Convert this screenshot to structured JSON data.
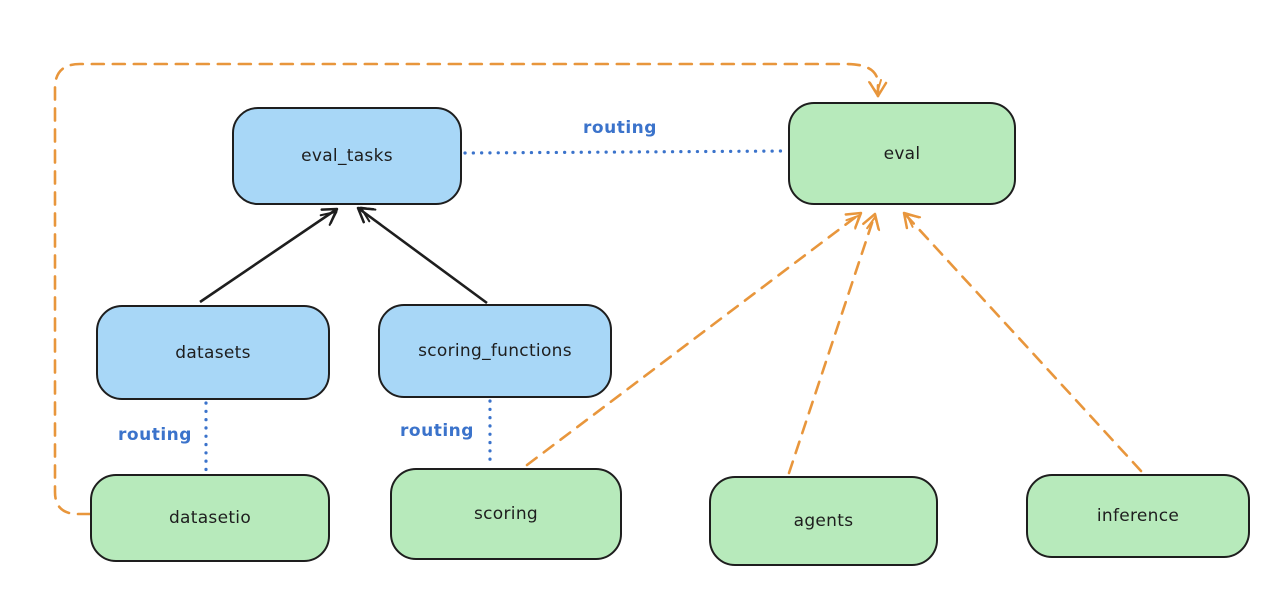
{
  "diagram": {
    "nodes": {
      "eval_tasks": {
        "label": "eval_tasks",
        "kind": "api-blue"
      },
      "eval": {
        "label": "eval",
        "kind": "provider-green"
      },
      "datasets": {
        "label": "datasets",
        "kind": "api-blue"
      },
      "scoring_functions": {
        "label": "scoring_functions",
        "kind": "api-blue"
      },
      "datasetio": {
        "label": "datasetio",
        "kind": "provider-green"
      },
      "scoring": {
        "label": "scoring",
        "kind": "provider-green"
      },
      "agents": {
        "label": "agents",
        "kind": "provider-green"
      },
      "inference": {
        "label": "inference",
        "kind": "provider-green"
      }
    },
    "edges": [
      {
        "from": "datasets",
        "to": "eval_tasks",
        "style": "solid-arrow",
        "color": "#1e1e1e"
      },
      {
        "from": "scoring_functions",
        "to": "eval_tasks",
        "style": "solid-arrow",
        "color": "#1e1e1e"
      },
      {
        "from": "eval_tasks",
        "to": "eval",
        "style": "dotted",
        "label": "routing",
        "color": "#3b73cb"
      },
      {
        "from": "datasets",
        "to": "datasetio",
        "style": "dotted",
        "label": "routing",
        "color": "#3b73cb"
      },
      {
        "from": "scoring_functions",
        "to": "scoring",
        "style": "dotted",
        "label": "routing",
        "color": "#3b73cb"
      },
      {
        "from": "datasetio",
        "to": "eval",
        "style": "dashed-arrow",
        "color": "#e8963c"
      },
      {
        "from": "scoring",
        "to": "eval",
        "style": "dashed-arrow",
        "color": "#e8963c"
      },
      {
        "from": "agents",
        "to": "eval",
        "style": "dashed-arrow",
        "color": "#e8963c"
      },
      {
        "from": "inference",
        "to": "eval",
        "style": "dashed-arrow",
        "color": "#e8963c"
      }
    ],
    "colors": {
      "api_fill": "#a8d7f7",
      "provider_fill": "#b7eabb",
      "stroke": "#1e1e1e",
      "routing_blue": "#3b73cb",
      "provider_orange": "#e8963c",
      "background": "#ffffff"
    }
  }
}
